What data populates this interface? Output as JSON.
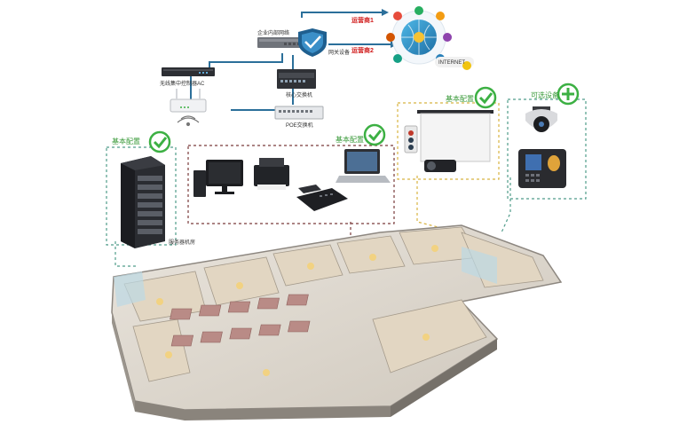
{
  "network": {
    "firewall_label": "企业内部网络",
    "gateway_label": "网关设备",
    "isp1_label": "运营商1",
    "isp2_label": "运营商2",
    "ap_controller_label": "无线集中控制器AC",
    "core_switch_label": "核心交换机",
    "poe_switch_label": "POE交换机",
    "internet_label": "INTERNET"
  },
  "zones": {
    "server_title": "基本配置",
    "server_room_label": "服务器机房",
    "office_title": "基本配置",
    "meeting_title": "基本配置",
    "optional_title": "可选设备"
  },
  "colors": {
    "accent_green": "#3cb043",
    "link_blue": "#2b6f9a",
    "isp_red": "#d01a1a",
    "dash_dark": "#7a3b3b",
    "dash_yellow": "#d8b341",
    "dash_teal": "#4f9c8a"
  },
  "icons": {
    "check": "check-circle-icon",
    "plus": "plus-circle-icon"
  }
}
